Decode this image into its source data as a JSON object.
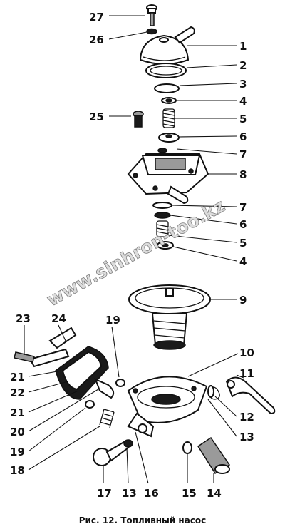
{
  "caption": "Рис. 12. Топливный насос",
  "watermark": "www.sinhron-too.kz",
  "callouts": [
    "27",
    "26",
    "1",
    "2",
    "3",
    "4",
    "25",
    "5",
    "6",
    "7",
    "8",
    "7",
    "6",
    "5",
    "4",
    "9",
    "23",
    "24",
    "19",
    "10",
    "11",
    "21",
    "22",
    "21",
    "12",
    "13",
    "20",
    "19",
    "18",
    "17",
    "13",
    "16",
    "15",
    "14"
  ]
}
